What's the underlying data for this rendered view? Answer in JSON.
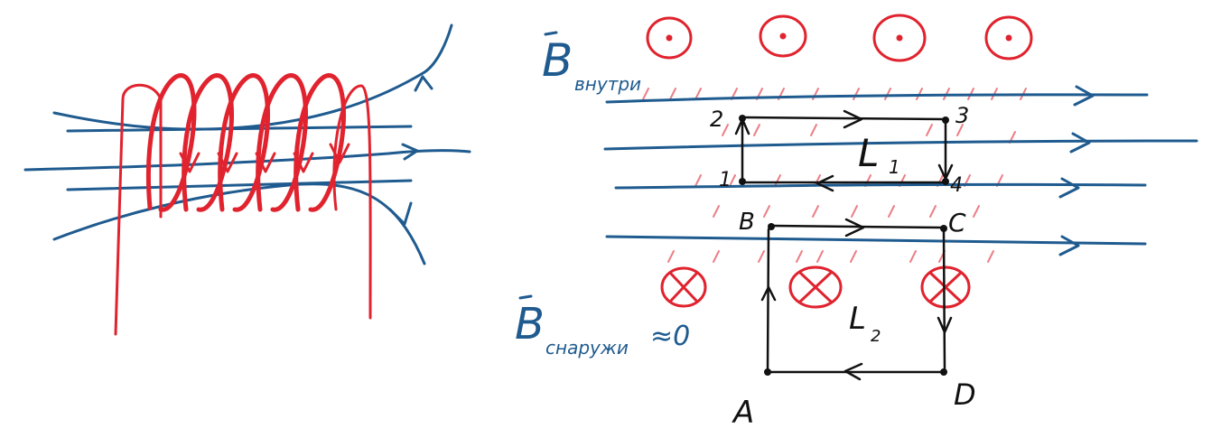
{
  "labels": {
    "b_inside_B": "B",
    "b_inside_sub": "внутри",
    "b_outside_B": "B",
    "b_outside_sub": "снаружи",
    "b_outside_approx": "≈0",
    "loop1": "L",
    "loop1_sub": "1",
    "loop2": "L",
    "loop2_sub": "2",
    "p1": "1",
    "p2": "2",
    "p3": "3",
    "p4": "4",
    "pA": "A",
    "pB": "B",
    "pC": "C",
    "pD": "D"
  },
  "colors": {
    "field_lines": "#1f5b8f",
    "current": "#e0232e",
    "contour": "#111111"
  }
}
